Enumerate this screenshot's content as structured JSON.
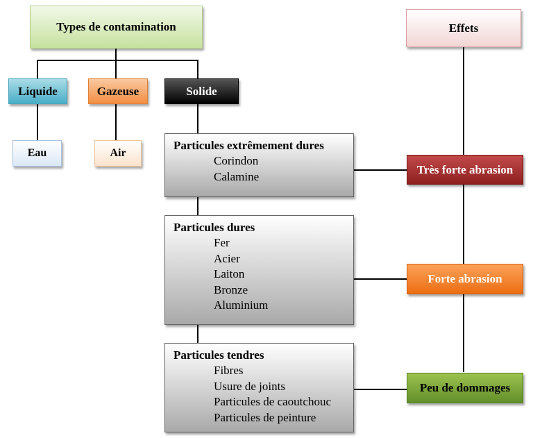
{
  "types": {
    "title": "Types de contamination",
    "categories": [
      {
        "label": "Liquide",
        "sub": "Eau"
      },
      {
        "label": "Gazeuse",
        "sub": "Air"
      },
      {
        "label": "Solide"
      }
    ]
  },
  "effects": {
    "title": "Effets",
    "levels": [
      "Très forte abrasion",
      "Forte abrasion",
      "Peu de dommages"
    ]
  },
  "particles": [
    {
      "title": "Particules extrêmement dures",
      "items": [
        "Corindon",
        "Calamine"
      ]
    },
    {
      "title": "Particules dures",
      "items": [
        "Fer",
        "Acier",
        "Laiton",
        "Bronze",
        "Aluminium"
      ]
    },
    {
      "title": "Particules tendres",
      "items": [
        "Fibres",
        "Usure de joints",
        "Particules de caoutchouc",
        "Particules de peinture"
      ]
    }
  ]
}
